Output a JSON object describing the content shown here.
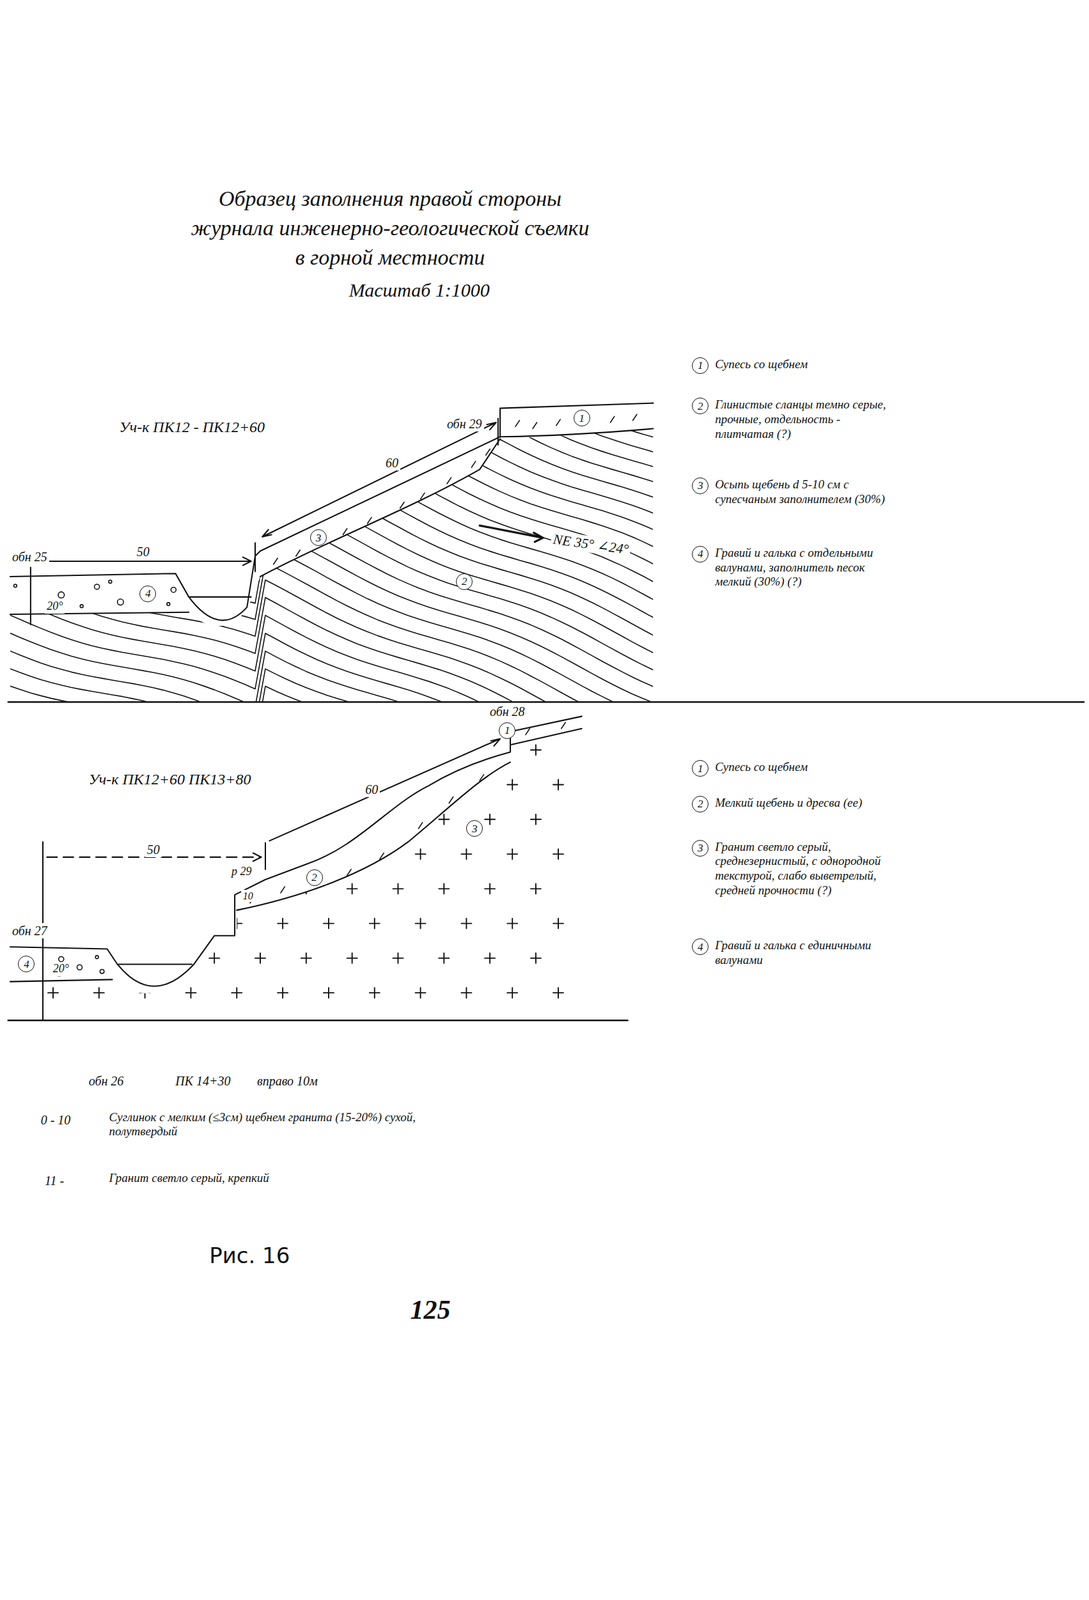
{
  "diagram": {
    "title": "Образец заполнения правой стороны журнала инженерно-геологической съемки в горной местности",
    "caption": "Рис. 16",
    "nodes": [
      {
        "text": [
          "1"
        ]
      },
      {
        "text": [
          "3"
        ]
      },
      {
        "text": [
          "2"
        ]
      },
      {
        "text": [
          "4"
        ]
      },
      {
        "text": [
          "1",
          "Супесь со щебнем"
        ]
      },
      {
        "text": [
          "2",
          "Глинистые сланцы темно серые, прочные, отдельность - плитчатая (?)"
        ]
      },
      {
        "text": [
          "3",
          "Осыпь щебень d 5-10 см с супесчаным заполнителем (30%)"
        ]
      },
      {
        "text": [
          "4",
          "Гравий и галька с отдельными валунами, заполнитель песок мелкий (30%) (?)"
        ]
      },
      {
        "text": [
          "1"
        ]
      },
      {
        "text": [
          "3"
        ]
      },
      {
        "text": [
          "2"
        ]
      },
      {
        "text": [
          "4"
        ]
      },
      {
        "text": [
          "1",
          "Супесь со щебнем"
        ]
      },
      {
        "text": [
          "2",
          "Мелкий щебень и дресва (ее)"
        ]
      },
      {
        "text": [
          "3",
          "Гранит светло серый, среднезернистый, с однородной текстурой, слабо выветрелый, средней прочности (?)"
        ]
      },
      {
        "text": [
          "4",
          "Гравий и галька с единичными валунами"
        ]
      }
    ],
    "labels": [
      "Масштаб 1:1000",
      "Уч-к ПК12 - ПК12+60",
      "обн 29",
      "обн 25",
      "60",
      "50",
      "NE 35° ∠24°",
      "20°",
      "Уч-к ПК12+60 ПК13+80",
      "обн 28",
      "60",
      "50",
      "р 29",
      "10",
      "обн 27",
      "20°",
      "обн 26",
      "ПК 14+30",
      "вправо 10м",
      "0 - 10",
      "Суглинок с мелким (≤3см) щебнем гранита (15-20%) сухой, полутвердый",
      "11 -",
      "Гранит светло серый, крепкий",
      "125"
    ]
  }
}
